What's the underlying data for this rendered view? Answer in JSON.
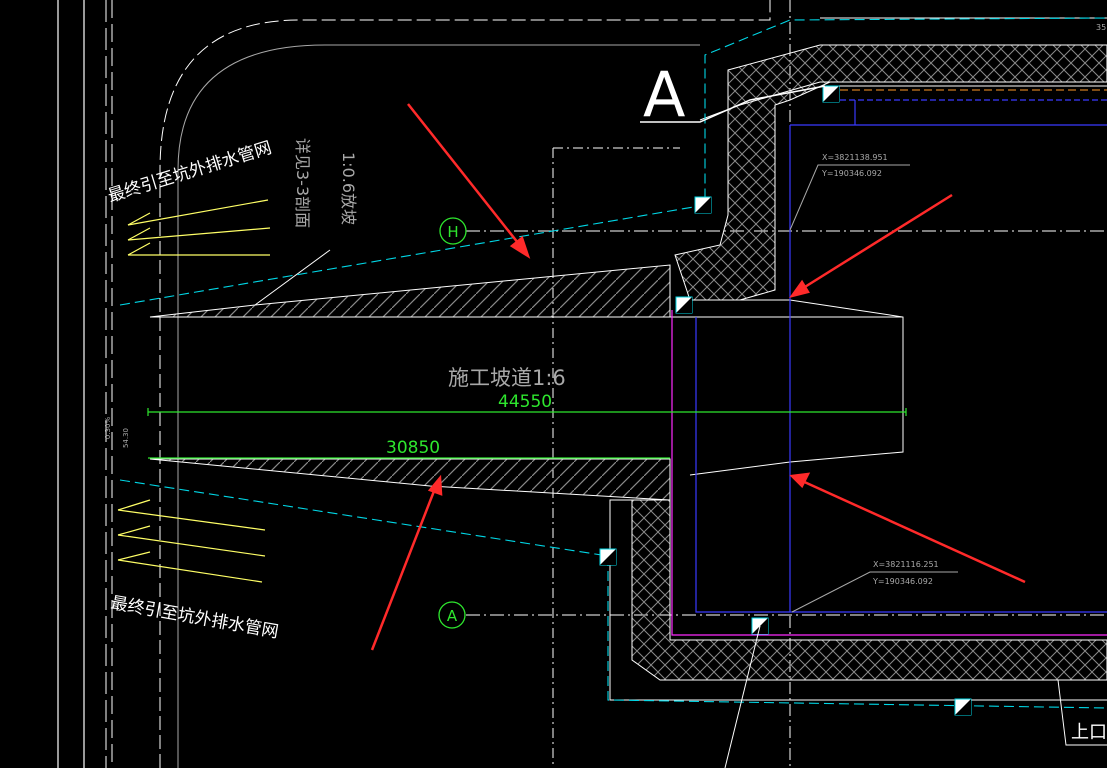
{
  "colors": {
    "background": "#000000",
    "white_line": "#ffffff",
    "gray_line": "#a8a8a8",
    "cyan_dashed": "#00d7e6",
    "blue_line": "#3a3aff",
    "orange_dashed": "#ff9a2a",
    "magenta_line": "#ff2aff",
    "green_dim": "#2ee62e",
    "yellow_line": "#ffff66",
    "red_arrow": "#ff2a2a",
    "hatch": "#8a8a8a"
  },
  "labels": {
    "section_letter": "A",
    "grid_h": "H",
    "grid_a": "A",
    "ramp": "施工坡道1:6",
    "dim_total": "44550",
    "dim_partial": "30850",
    "drain_top": "最终引至坑外排水管网",
    "drain_bottom": "最终引至坑外排水管网",
    "detail_ref": "详见3-3剖面",
    "slope": "1:0.6放坡",
    "coord_top_x": "X=3821138.951",
    "coord_top_y": "Y=190346.092",
    "coord_bottom_x": "X=3821116.251",
    "coord_bottom_y": "Y=190346.092",
    "small_left_1": "0.30%",
    "small_left_2": "54.30",
    "corner_top": "35",
    "corner_label": "上口线"
  }
}
